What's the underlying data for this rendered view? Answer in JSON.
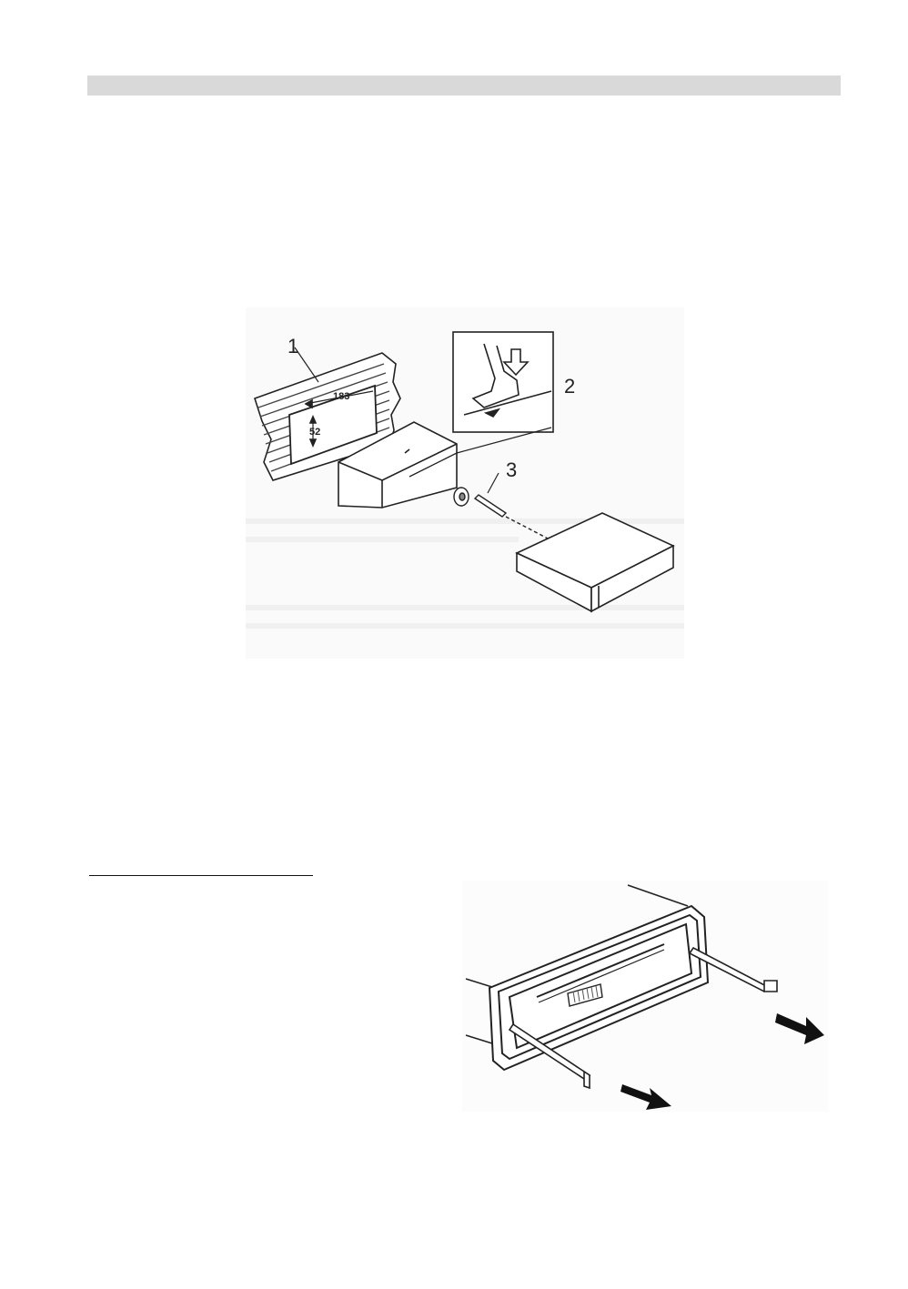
{
  "header": {
    "bar_color": "#d9d9d9"
  },
  "install_figure": {
    "callouts": [
      "1",
      "2",
      "3"
    ],
    "dimensions": {
      "width": "183",
      "height": "52"
    }
  },
  "removal_figure": {
    "icons": [
      "removal-key-left",
      "removal-key-right",
      "pull-arrow-left",
      "pull-arrow-right"
    ]
  }
}
